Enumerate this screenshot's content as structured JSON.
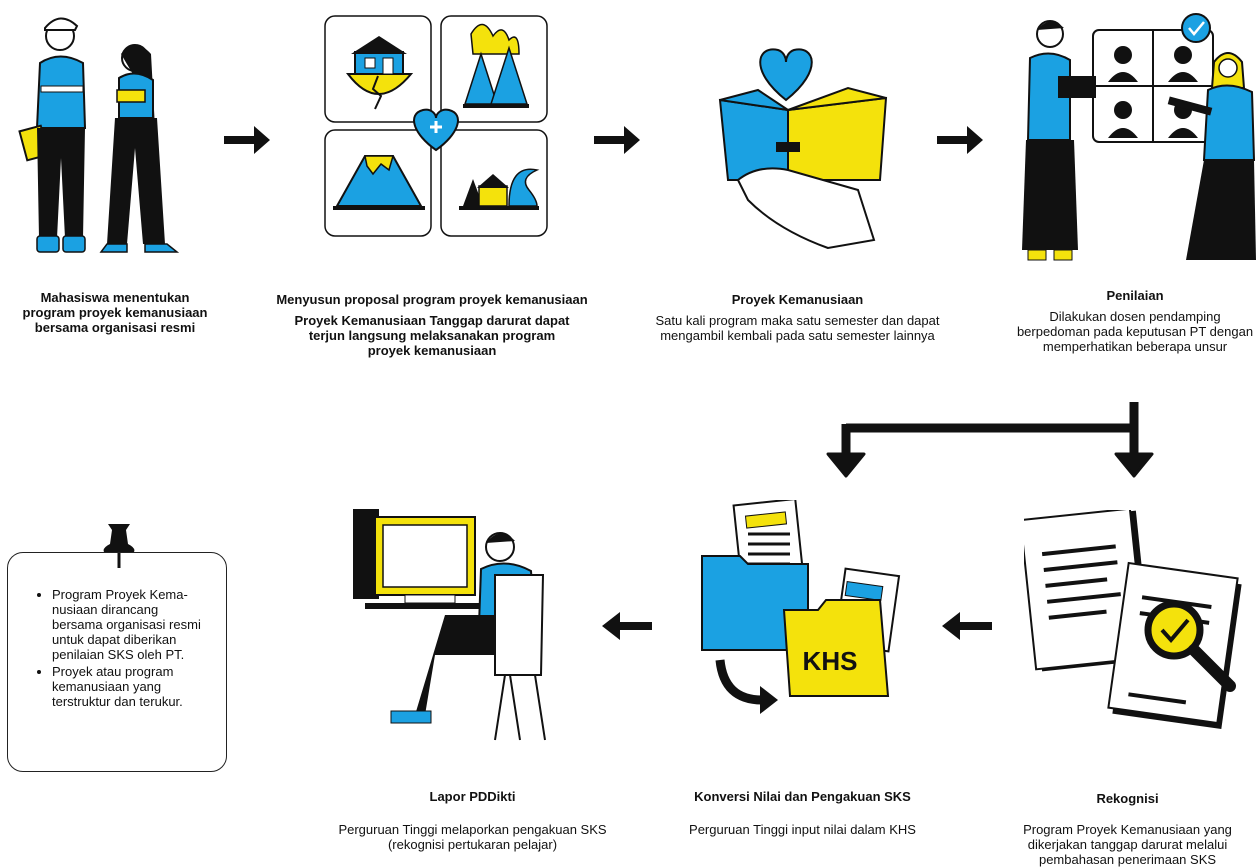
{
  "colors": {
    "blue": "#1BA1E2",
    "yellow": "#F4E20C",
    "black": "#111111"
  },
  "steps": [
    {
      "title": "Mahasiswa menentukan program proyek kemanusiaan bersama organisasi resmi",
      "subtitle": ""
    },
    {
      "title": "Menyusun proposal program proyek kemanusiaan",
      "subtitle": "Proyek Kemanusiaan Tanggap darurat dapat terjun langsung melaksanakan program proyek kemanusiaan"
    },
    {
      "title": "Proyek Kemanusiaan",
      "subtitle": "Satu kali program maka satu semester dan dapat mengambil kembali pada satu semester lainnya"
    },
    {
      "title": "Penilaian",
      "subtitle": "Dilakukan dosen pendamping berpedoman pada keputusan PT dengan memperhatikan beberapa unsur"
    },
    {
      "title": "Rekognisi",
      "subtitle": "Program Proyek Kemanusiaan yang dikerjakan tanggap darurat melalui pembahasan penerimaan SKS"
    },
    {
      "title": "Konversi Nilai dan Pengakuan SKS",
      "subtitle": "Perguruan Tinggi input nilai dalam KHS"
    },
    {
      "title": "Lapor PDDikti",
      "subtitle": "Perguruan Tinggi melaporkan pengakuan SKS (rekognisi pertukaran pelajar)"
    }
  ],
  "folder_label": "KHS",
  "note": {
    "items": [
      "Program Proyek Kema-nusiaan dirancang bersama organisasi resmi untuk dapat diberikan penilaian SKS oleh PT.",
      "Proyek atau program kemanusiaan yang terstruktur dan terukur."
    ]
  }
}
